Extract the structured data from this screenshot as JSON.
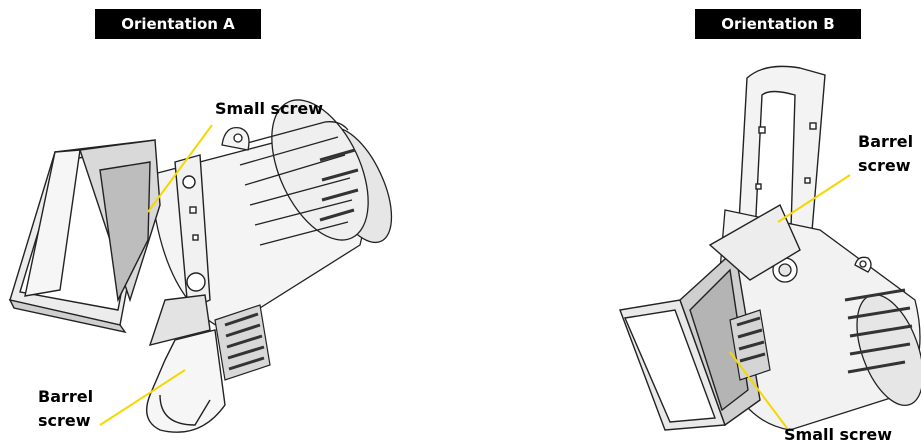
{
  "orientation_a": {
    "title": "Orientation A",
    "label_small_screw": "Small screw",
    "label_barrel_line1": "Barrel",
    "label_barrel_line2": "screw"
  },
  "orientation_b": {
    "title": "Orientation B",
    "label_barrel_line1": "Barrel",
    "label_barrel_line2": "screw",
    "label_small_screw": "Small screw"
  },
  "colors": {
    "title_bg": "#000000",
    "title_text": "#ffffff",
    "leader_line": "#f5d800",
    "outline": "#222222",
    "fill_light": "#f2f2f2",
    "fill_mid": "#cfcfcf",
    "fill_dark": "#7a7a7a"
  }
}
